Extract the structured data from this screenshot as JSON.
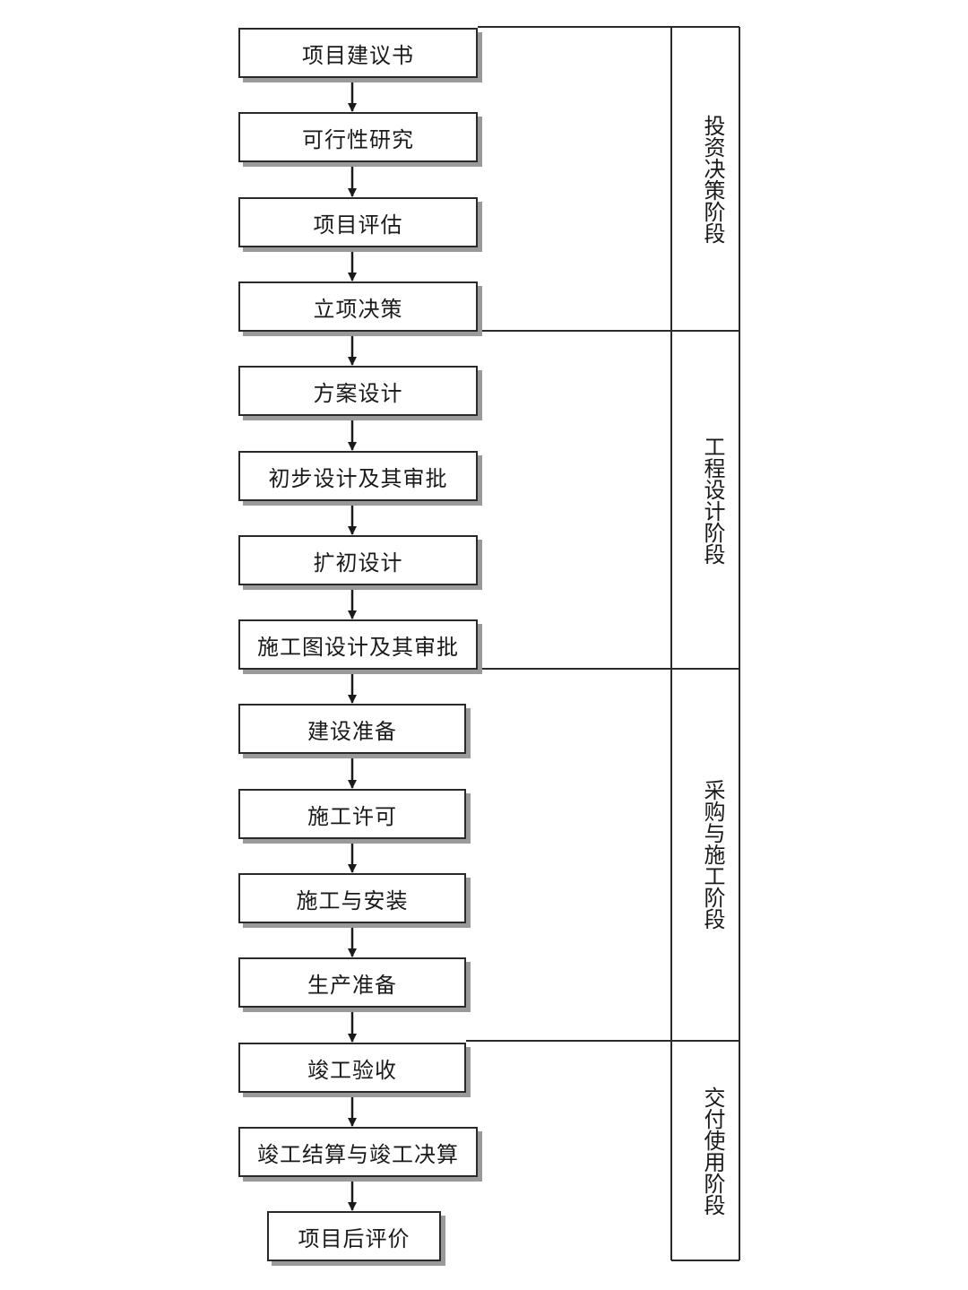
{
  "steps": [
    "项目建议书",
    "可行性研究",
    "项目评估",
    "立项决策",
    "方案设计",
    "初步设计及其审批",
    "扩初设计",
    "施工图设计及其审批",
    "建设准备",
    "施工许可",
    "施工与安装",
    "生产准备",
    "竣工验收",
    "竣工结算与竣工决算",
    "项目后评价"
  ],
  "stages": [
    "投资决策阶段",
    "工程设计阶段",
    "采购与施工阶段",
    "交付使用阶段"
  ]
}
